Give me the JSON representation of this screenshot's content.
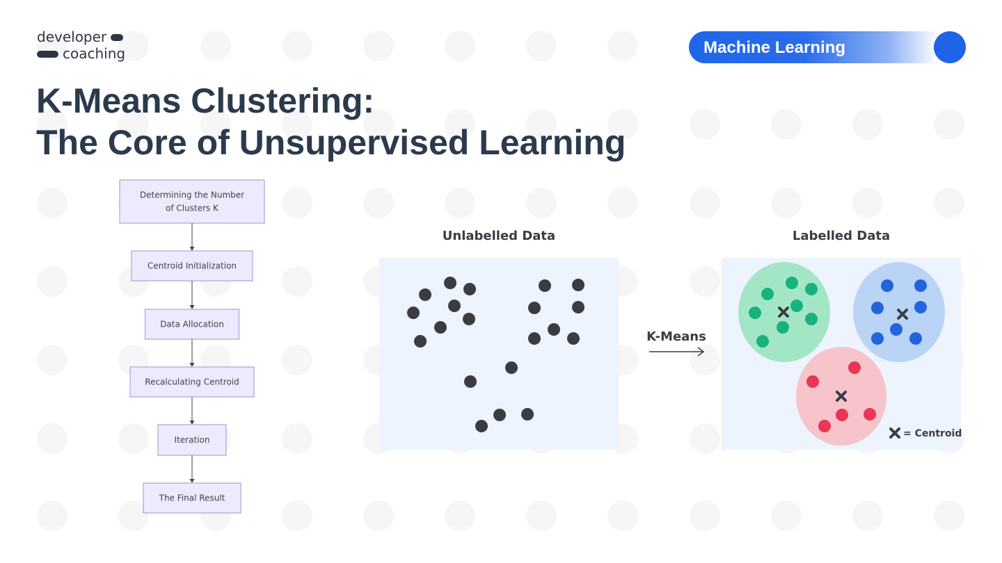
{
  "brand": {
    "line1": "developer",
    "line2": "coaching"
  },
  "badge": {
    "label": "Machine Learning"
  },
  "title": {
    "line1": "K-Means Clustering:",
    "line2": "The Core of Unsupervised Learning"
  },
  "flowchart": {
    "steps": [
      {
        "label_lines": [
          "Determining the Number",
          "of Clusters K"
        ]
      },
      {
        "label_lines": [
          "Centroid Initialization"
        ]
      },
      {
        "label_lines": [
          "Data Allocation"
        ]
      },
      {
        "label_lines": [
          "Recalculating Centroid"
        ]
      },
      {
        "label_lines": [
          "Iteration"
        ]
      },
      {
        "label_lines": [
          "The Final Result"
        ]
      }
    ]
  },
  "illustration": {
    "unlabelled_title": "Unlabelled Data",
    "labelled_title": "Labelled Data",
    "arrow_label": "K-Means",
    "legend": "= Centroid",
    "colors": {
      "panel": "#edf4fd",
      "point": "#3a3c44",
      "green_fill": "#a3e6c6",
      "green_dot": "#17b27e",
      "blue_fill": "#b9d4f5",
      "blue_dot": "#2363dc",
      "red_fill": "#f6c4ca",
      "red_dot": "#ea3553",
      "marker": "#3a3c44"
    },
    "clusters": [
      {
        "color": "green"
      },
      {
        "color": "blue"
      },
      {
        "color": "red"
      }
    ]
  }
}
